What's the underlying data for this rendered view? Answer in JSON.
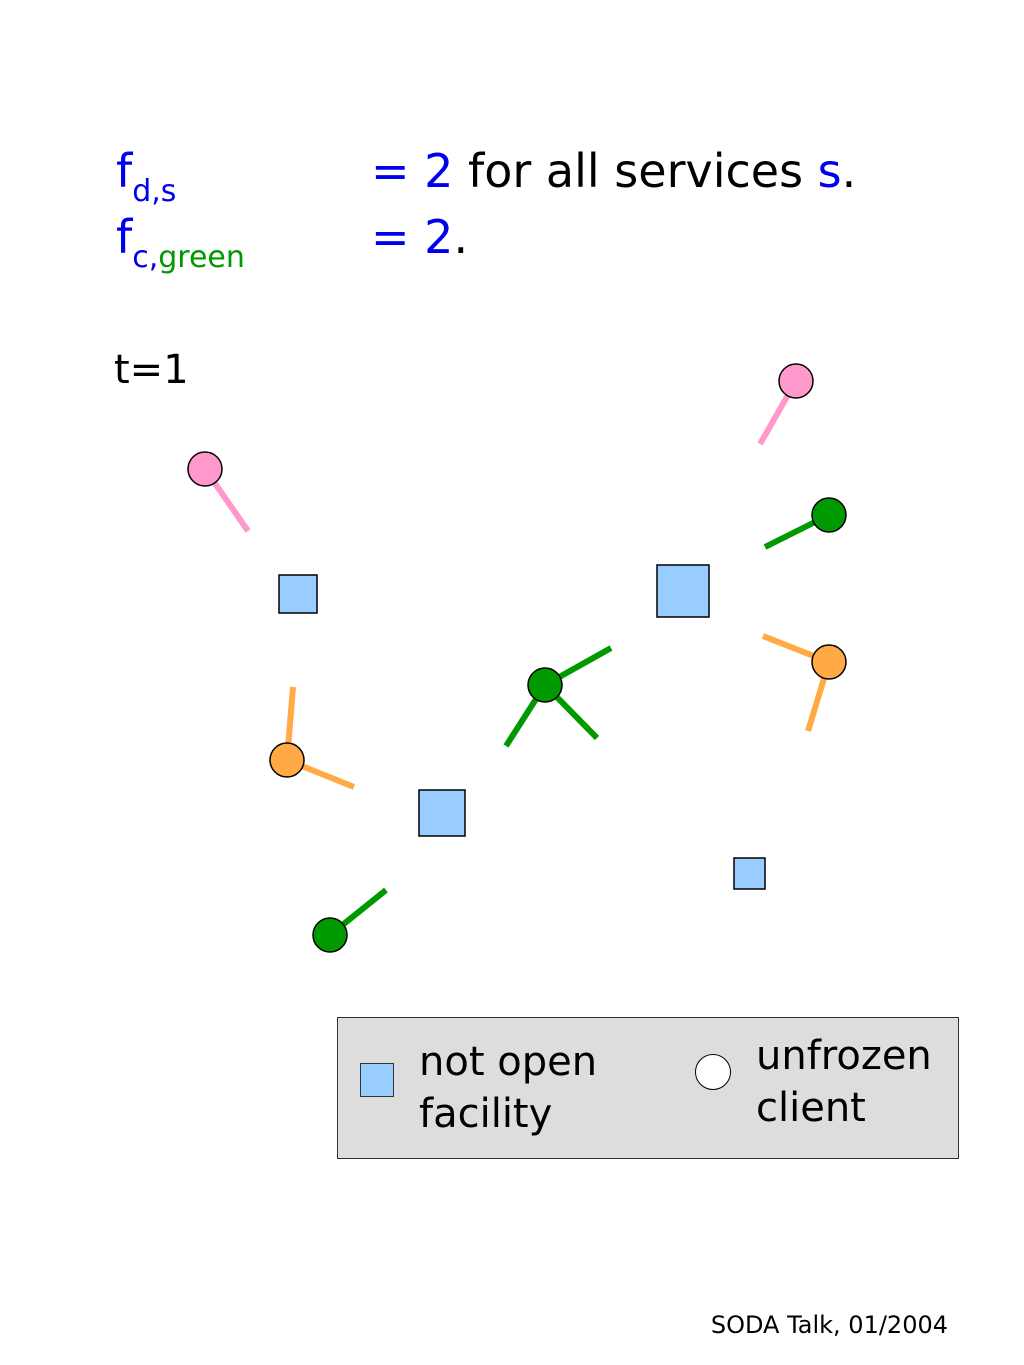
{
  "equations": {
    "line1": {
      "f": "f",
      "sub": "d,s",
      "eq": "= 2",
      "text": " for all services ",
      "var": "s",
      "end": "."
    },
    "line2": {
      "f": "f",
      "sub_c": "c,",
      "sub_green": "green",
      "eq": "= 2",
      "end": "."
    }
  },
  "time_label": "t=1",
  "legend": {
    "item1": "not open facility",
    "item2": "unfrozen client"
  },
  "footer": "SODA Talk, 01/2004",
  "colors": {
    "blue_text": "#0000ee",
    "green_text": "#009900",
    "facility_fill": "#99ccff",
    "pink_client": "#ff99cc",
    "green_client": "#009900",
    "orange_client": "#ffaa44",
    "legend_bg": "#dddddd"
  }
}
